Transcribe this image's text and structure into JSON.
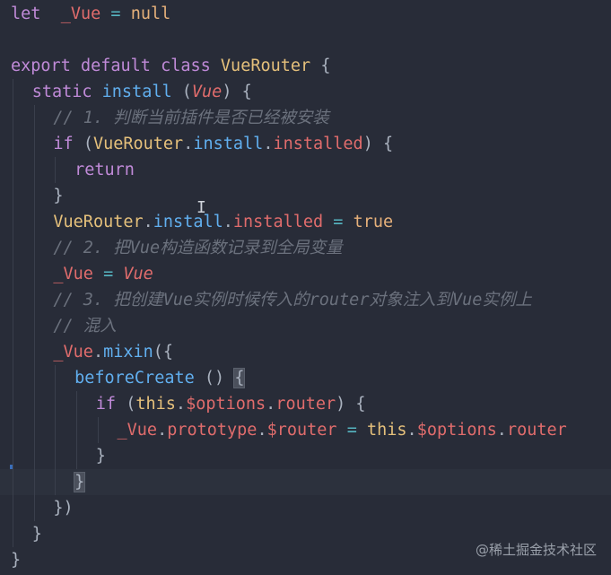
{
  "editor": {
    "lines": [
      {
        "n": 1,
        "indent": 0,
        "tokens": [
          [
            "kw",
            "let"
          ],
          [
            "",
            "  "
          ],
          [
            "var",
            "_Vue"
          ],
          [
            "",
            " "
          ],
          [
            "op",
            "="
          ],
          [
            "",
            " "
          ],
          [
            "lit",
            "null"
          ]
        ]
      },
      {
        "n": 2,
        "indent": 0,
        "tokens": []
      },
      {
        "n": 3,
        "indent": 0,
        "tokens": [
          [
            "kw",
            "export"
          ],
          [
            "",
            " "
          ],
          [
            "kw",
            "default"
          ],
          [
            "",
            " "
          ],
          [
            "kw",
            "class"
          ],
          [
            "",
            " "
          ],
          [
            "cls",
            "VueRouter"
          ],
          [
            "",
            " "
          ],
          [
            "punc",
            "{"
          ]
        ]
      },
      {
        "n": 4,
        "indent": 1,
        "tokens": [
          [
            "kw",
            "static"
          ],
          [
            "",
            " "
          ],
          [
            "fn",
            "install"
          ],
          [
            "",
            " "
          ],
          [
            "punc",
            "("
          ],
          [
            "param",
            "Vue"
          ],
          [
            "punc",
            ")"
          ],
          [
            "",
            " "
          ],
          [
            "punc",
            "{"
          ]
        ]
      },
      {
        "n": 5,
        "indent": 2,
        "tokens": [
          [
            "cmt",
            "// 1. 判断当前插件是否已经被安装"
          ]
        ]
      },
      {
        "n": 6,
        "indent": 2,
        "tokens": [
          [
            "ctl",
            "if"
          ],
          [
            "",
            " "
          ],
          [
            "punc",
            "("
          ],
          [
            "cls",
            "VueRouter"
          ],
          [
            "punc",
            "."
          ],
          [
            "fn",
            "install"
          ],
          [
            "punc",
            "."
          ],
          [
            "prop",
            "installed"
          ],
          [
            "punc",
            ")"
          ],
          [
            "",
            " "
          ],
          [
            "punc",
            "{"
          ]
        ]
      },
      {
        "n": 7,
        "indent": 3,
        "tokens": [
          [
            "ctl",
            "return"
          ]
        ]
      },
      {
        "n": 8,
        "indent": 2,
        "tokens": [
          [
            "punc",
            "}"
          ]
        ]
      },
      {
        "n": 9,
        "indent": 2,
        "tokens": [
          [
            "cls",
            "VueRouter"
          ],
          [
            "punc",
            "."
          ],
          [
            "fn",
            "install"
          ],
          [
            "punc",
            "."
          ],
          [
            "prop",
            "installed"
          ],
          [
            "",
            " "
          ],
          [
            "op",
            "="
          ],
          [
            "",
            " "
          ],
          [
            "lit",
            "true"
          ]
        ]
      },
      {
        "n": 10,
        "indent": 2,
        "tokens": [
          [
            "cmt",
            "// 2. 把Vue构造函数记录到全局变量"
          ]
        ]
      },
      {
        "n": 11,
        "indent": 2,
        "tokens": [
          [
            "var",
            "_Vue"
          ],
          [
            "",
            " "
          ],
          [
            "op",
            "="
          ],
          [
            "",
            " "
          ],
          [
            "param",
            "Vue"
          ]
        ]
      },
      {
        "n": 12,
        "indent": 2,
        "tokens": [
          [
            "cmt",
            "// 3. 把创建Vue实例时候传入的router对象注入到Vue实例上"
          ]
        ]
      },
      {
        "n": 13,
        "indent": 2,
        "tokens": [
          [
            "cmt",
            "// 混入"
          ]
        ]
      },
      {
        "n": 14,
        "indent": 2,
        "tokens": [
          [
            "var",
            "_Vue"
          ],
          [
            "punc",
            "."
          ],
          [
            "fn",
            "mixin"
          ],
          [
            "punc",
            "({"
          ]
        ]
      },
      {
        "n": 15,
        "indent": 3,
        "tokens": [
          [
            "fn",
            "beforeCreate"
          ],
          [
            "",
            " "
          ],
          [
            "punc",
            "()"
          ],
          [
            "",
            " "
          ],
          [
            "bm",
            "{"
          ]
        ]
      },
      {
        "n": 16,
        "indent": 4,
        "tokens": [
          [
            "ctl",
            "if"
          ],
          [
            "",
            " "
          ],
          [
            "punc",
            "("
          ],
          [
            "this",
            "this"
          ],
          [
            "punc",
            "."
          ],
          [
            "prop",
            "$options"
          ],
          [
            "punc",
            "."
          ],
          [
            "prop",
            "router"
          ],
          [
            "punc",
            ")"
          ],
          [
            "",
            " "
          ],
          [
            "punc",
            "{"
          ]
        ]
      },
      {
        "n": 17,
        "indent": 5,
        "tokens": [
          [
            "var",
            "_Vue"
          ],
          [
            "punc",
            "."
          ],
          [
            "prop",
            "prototype"
          ],
          [
            "punc",
            "."
          ],
          [
            "prop",
            "$router"
          ],
          [
            "",
            " "
          ],
          [
            "op",
            "="
          ],
          [
            "",
            " "
          ],
          [
            "this",
            "this"
          ],
          [
            "punc",
            "."
          ],
          [
            "prop",
            "$options"
          ],
          [
            "punc",
            "."
          ],
          [
            "prop",
            "router"
          ]
        ]
      },
      {
        "n": 18,
        "indent": 4,
        "tokens": [
          [
            "punc",
            "}"
          ]
        ]
      },
      {
        "n": 19,
        "indent": 3,
        "tokens": [
          [
            "bm",
            "}"
          ]
        ],
        "current": true
      },
      {
        "n": 20,
        "indent": 2,
        "tokens": [
          [
            "punc",
            "})"
          ]
        ]
      },
      {
        "n": 21,
        "indent": 1,
        "tokens": [
          [
            "punc",
            "}"
          ]
        ]
      },
      {
        "n": 22,
        "indent": 0,
        "tokens": [
          [
            "punc",
            "}"
          ]
        ]
      }
    ]
  },
  "cursor_glyph": "I",
  "watermark": "@稀土掘金技术社区"
}
